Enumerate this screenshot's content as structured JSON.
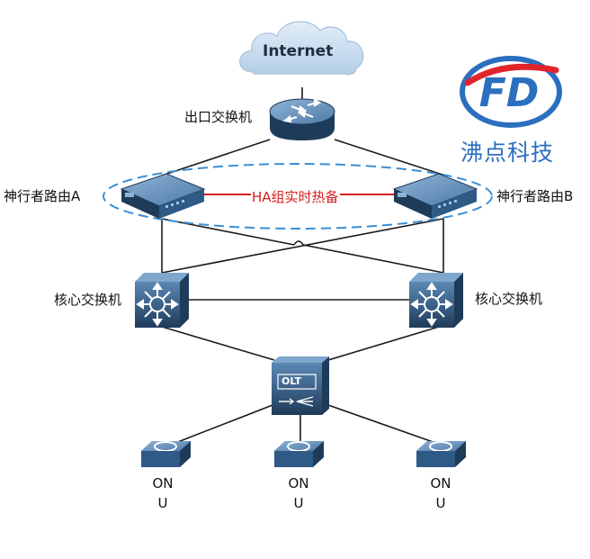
{
  "cloud": {
    "label": "Internet"
  },
  "router": {
    "label": "出口交换机"
  },
  "gateway_a": {
    "label": "神行者路由A"
  },
  "gateway_b": {
    "label": "神行者路由B"
  },
  "ha_link": {
    "label": "HA组实时热备",
    "color": "#d42020"
  },
  "core_left": {
    "label": "核心交换机"
  },
  "core_right": {
    "label": "核心交换机"
  },
  "olt": {
    "label": "OLT"
  },
  "onus": [
    {
      "line1": "ON",
      "line2": "U"
    },
    {
      "line1": "ON",
      "line2": "U"
    },
    {
      "line1": "ON",
      "line2": "U"
    }
  ],
  "brand": {
    "logo_letters": "FD",
    "name": "沸点科技"
  },
  "colors": {
    "device_dark": "#1f3b5a",
    "device_mid": "#2f5a86",
    "device_light": "#5b88b5",
    "cloud": "#c9dcef",
    "ha_ring": "#3a8fd6",
    "brand_blue": "#2b6fbf",
    "brand_red": "#e0262c"
  }
}
